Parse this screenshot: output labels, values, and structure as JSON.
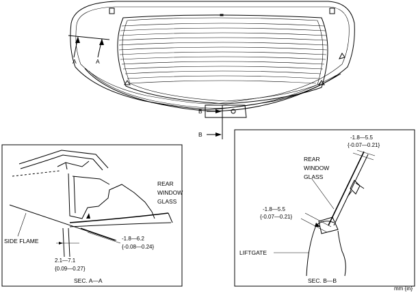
{
  "top_view": {
    "section_marker_a1": "A",
    "section_marker_a2": "A",
    "section_marker_b1": "B",
    "section_marker_b2": "B"
  },
  "section_a": {
    "title": "SEC. A—A",
    "rear_window_glass": [
      "REAR",
      "WINDOW",
      "GLASS"
    ],
    "side_flame": "SIDE FLAME",
    "dim_upper": [
      "-1.8—6.2",
      "{-0.08—0.24}"
    ],
    "dim_lower": [
      "2.1—7.1",
      "{0.09—0.27}"
    ]
  },
  "section_b": {
    "title": "SEC. B—B",
    "rear_window_glass": [
      "REAR",
      "WINDOW",
      "GLASS"
    ],
    "liftgate": "LIFTGATE",
    "dim_top": [
      "-1.8—5.5",
      "{-0.07—0.21}"
    ],
    "dim_left": [
      "-1.8—5.5",
      "{-0.07—0.21}"
    ]
  },
  "units": "mm {in}"
}
